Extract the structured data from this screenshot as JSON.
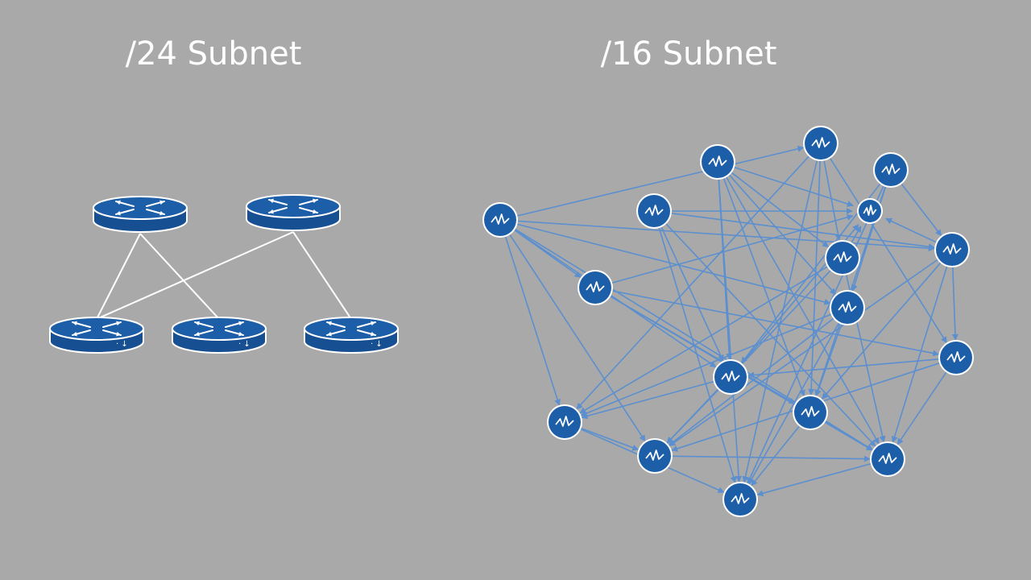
{
  "left_diagram": {
    "title": "/24 Subnet",
    "node_type": "router",
    "router_count": 5,
    "links": [
      [
        0,
        3
      ],
      [
        0,
        2
      ],
      [
        1,
        2
      ],
      [
        1,
        4
      ]
    ]
  },
  "right_diagram": {
    "title": "/16 Subnet",
    "node_type": "host",
    "node_count": 17,
    "links": [
      [
        0,
        5
      ],
      [
        0,
        10
      ],
      [
        0,
        14
      ],
      [
        0,
        2
      ],
      [
        0,
        11
      ],
      [
        0,
        8
      ],
      [
        0,
        13
      ],
      [
        0,
        6
      ],
      [
        1,
        10
      ],
      [
        1,
        12
      ],
      [
        1,
        14
      ],
      [
        1,
        7
      ],
      [
        1,
        16
      ],
      [
        1,
        15
      ],
      [
        1,
        8
      ],
      [
        2,
        12
      ],
      [
        2,
        11
      ],
      [
        2,
        9
      ],
      [
        2,
        15
      ],
      [
        2,
        7
      ],
      [
        3,
        12
      ],
      [
        3,
        10
      ],
      [
        3,
        8
      ],
      [
        3,
        5
      ],
      [
        3,
        15
      ],
      [
        4,
        10
      ],
      [
        4,
        15
      ],
      [
        4,
        14
      ],
      [
        4,
        5
      ],
      [
        4,
        16
      ],
      [
        5,
        9
      ],
      [
        5,
        14
      ],
      [
        5,
        12
      ],
      [
        5,
        13
      ],
      [
        5,
        16
      ],
      [
        6,
        9
      ],
      [
        6,
        16
      ],
      [
        6,
        14
      ],
      [
        6,
        12
      ],
      [
        7,
        13
      ],
      [
        7,
        14
      ],
      [
        7,
        11
      ],
      [
        7,
        16
      ],
      [
        8,
        12
      ],
      [
        8,
        13
      ],
      [
        8,
        15
      ],
      [
        8,
        11
      ],
      [
        9,
        10
      ],
      [
        9,
        13
      ],
      [
        9,
        14
      ],
      [
        10,
        11
      ],
      [
        10,
        16
      ],
      [
        10,
        13
      ],
      [
        11,
        13
      ],
      [
        11,
        15
      ],
      [
        12,
        14
      ],
      [
        12,
        15
      ],
      [
        13,
        14
      ],
      [
        14,
        15
      ]
    ]
  },
  "colors": {
    "background": "#a9a9a9",
    "node_fill": "#1c5ea8",
    "node_edge": "#ffffff",
    "router_link": "#ffffff",
    "host_link": "#5b8fcf"
  },
  "icons": {
    "router": "router-icon",
    "host": "network-host-icon"
  }
}
